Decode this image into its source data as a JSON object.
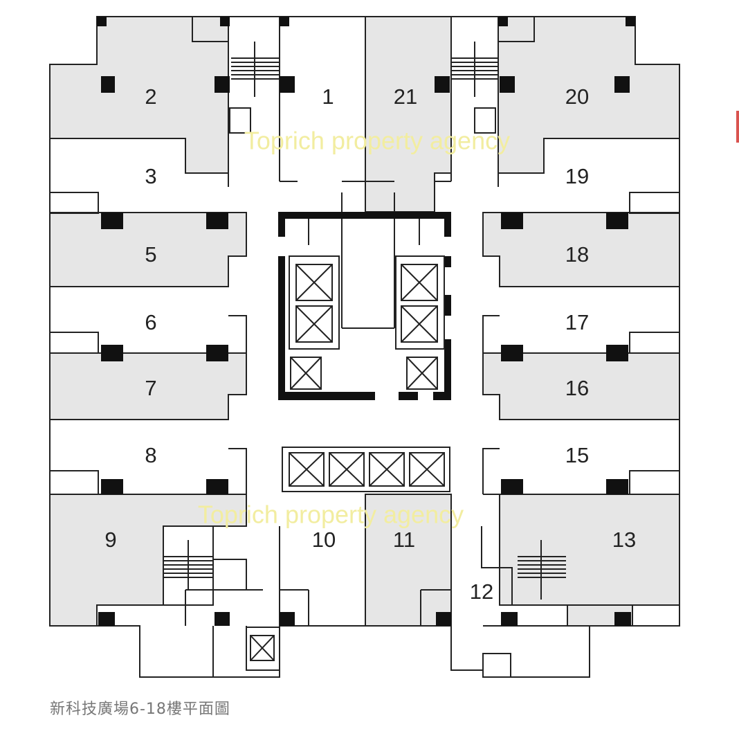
{
  "plan": {
    "units": [
      {
        "id": "1",
        "label": "1"
      },
      {
        "id": "2",
        "label": "2"
      },
      {
        "id": "3",
        "label": "3"
      },
      {
        "id": "5",
        "label": "5"
      },
      {
        "id": "6",
        "label": "6"
      },
      {
        "id": "7",
        "label": "7"
      },
      {
        "id": "8",
        "label": "8"
      },
      {
        "id": "9",
        "label": "9"
      },
      {
        "id": "10",
        "label": "10"
      },
      {
        "id": "11",
        "label": "11"
      },
      {
        "id": "12",
        "label": "12"
      },
      {
        "id": "13",
        "label": "13"
      },
      {
        "id": "15",
        "label": "15"
      },
      {
        "id": "16",
        "label": "16"
      },
      {
        "id": "17",
        "label": "17"
      },
      {
        "id": "18",
        "label": "18"
      },
      {
        "id": "19",
        "label": "19"
      },
      {
        "id": "20",
        "label": "20"
      },
      {
        "id": "21",
        "label": "21"
      }
    ],
    "watermarks": [
      "Toprich property agency",
      "Toprich property agency"
    ],
    "caption": "新科技廣場6-18樓平面圖"
  },
  "colors": {
    "shaded_unit": "#e6e6e6",
    "wall": "#111111",
    "watermark": "#f2eda0"
  }
}
